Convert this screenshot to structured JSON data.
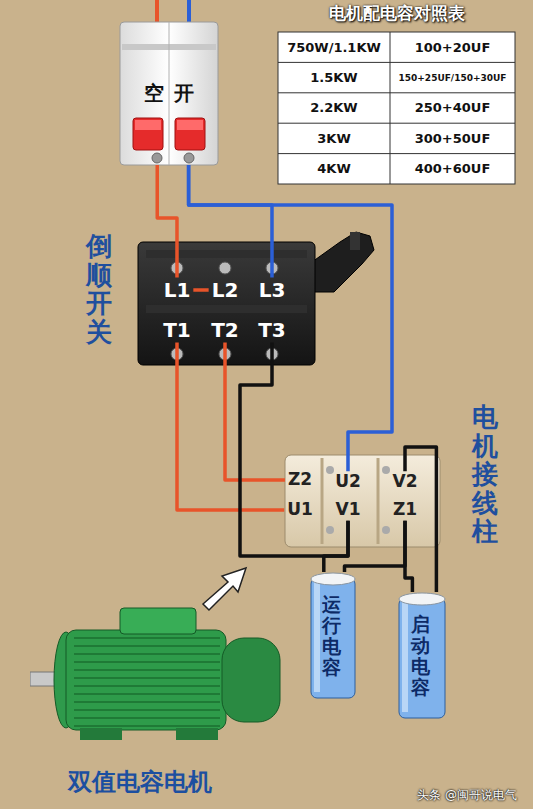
{
  "diagram": {
    "nodes": [
      {
        "text": [
          "空开"
        ]
      },
      {
        "text": [
          "电机配电容对照表"
        ]
      },
      {
        "text": [
          "倒顺开关"
        ]
      },
      {
        "text": [
          "L1"
        ],
        "in": 2
      },
      {
        "text": [
          "L2"
        ],
        "in": 2
      },
      {
        "text": [
          "L3"
        ],
        "in": 2
      },
      {
        "text": [
          "T1"
        ],
        "in": 2
      },
      {
        "text": [
          "T2"
        ],
        "in": 2
      },
      {
        "text": [
          "T3"
        ],
        "in": 2
      },
      {
        "text": [
          "电机接线柱"
        ]
      },
      {
        "text": [
          "Z2"
        ],
        "in": 9
      },
      {
        "text": [
          "U2"
        ],
        "in": 9
      },
      {
        "text": [
          "V2"
        ],
        "in": 9
      },
      {
        "text": [
          "U1"
        ],
        "in": 9
      },
      {
        "text": [
          "V1"
        ],
        "in": 9
      },
      {
        "text": [
          "Z1"
        ],
        "in": 9
      },
      {
        "text": [
          "运行电容"
        ]
      },
      {
        "text": [
          "启动电容"
        ]
      },
      {
        "text": [
          "双值电容电机"
        ]
      }
    ],
    "edges": [
      {
        "from": 0,
        "to": 3,
        "arrow": "none"
      },
      {
        "from": 3,
        "to": 4,
        "arrow": "none"
      },
      {
        "from": 0,
        "to": 5,
        "arrow": "none"
      },
      {
        "from": 0,
        "to": 11,
        "arrow": "none"
      },
      {
        "from": 6,
        "to": 13,
        "arrow": "none"
      },
      {
        "from": 7,
        "to": 10,
        "arrow": "none"
      },
      {
        "from": 8,
        "to": 14,
        "arrow": "none"
      },
      {
        "from": 16,
        "to": 14,
        "arrow": "none"
      },
      {
        "from": 16,
        "to": 15,
        "arrow": "none"
      },
      {
        "from": 15,
        "to": 17,
        "arrow": "none"
      },
      {
        "from": 12,
        "to": 17,
        "arrow": "none"
      }
    ],
    "labels": [
      "750W/1.1KW",
      "100+20UF",
      "1.5KW",
      "150+25UF/150+30UF",
      "2.2KW",
      "250+40UF",
      "3KW",
      "300+50UF",
      "4KW",
      "400+60UF",
      "头条 @闽哥说电气"
    ]
  }
}
